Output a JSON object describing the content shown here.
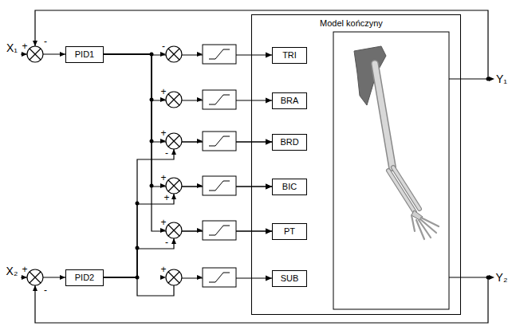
{
  "diagram": {
    "nodes": [
      {
        "text": [
          "Model kończyny"
        ]
      },
      {
        "text": [
          "PID1"
        ]
      },
      {
        "text": [
          "PID2"
        ]
      },
      {
        "text": [
          "TRI"
        ],
        "in": 0
      },
      {
        "text": [
          "BRA"
        ],
        "in": 0
      },
      {
        "text": [
          "BRD"
        ],
        "in": 0
      },
      {
        "text": [
          "BIC"
        ],
        "in": 0
      },
      {
        "text": [
          "PT"
        ],
        "in": 0
      },
      {
        "text": [
          "SUB"
        ],
        "in": 0
      }
    ],
    "edges": [
      {
        "from": 1,
        "to": 3,
        "arrow": "to"
      },
      {
        "from": 1,
        "to": 4,
        "arrow": "to"
      },
      {
        "from": 1,
        "to": 5,
        "arrow": "to"
      },
      {
        "from": 1,
        "to": 6,
        "arrow": "to"
      },
      {
        "from": 1,
        "to": 7,
        "arrow": "to"
      },
      {
        "from": 2,
        "to": 5,
        "arrow": "to"
      },
      {
        "from": 2,
        "to": 6,
        "arrow": "to"
      },
      {
        "from": 2,
        "to": 7,
        "arrow": "to"
      },
      {
        "from": 2,
        "to": 8,
        "arrow": "to"
      }
    ],
    "labels": [
      "X₁",
      "+",
      "-",
      "Y₁",
      "-",
      "+",
      "+",
      "-",
      "+",
      "+",
      "+",
      "-",
      "+",
      "X₂",
      "+",
      "-",
      "Y₂"
    ]
  }
}
